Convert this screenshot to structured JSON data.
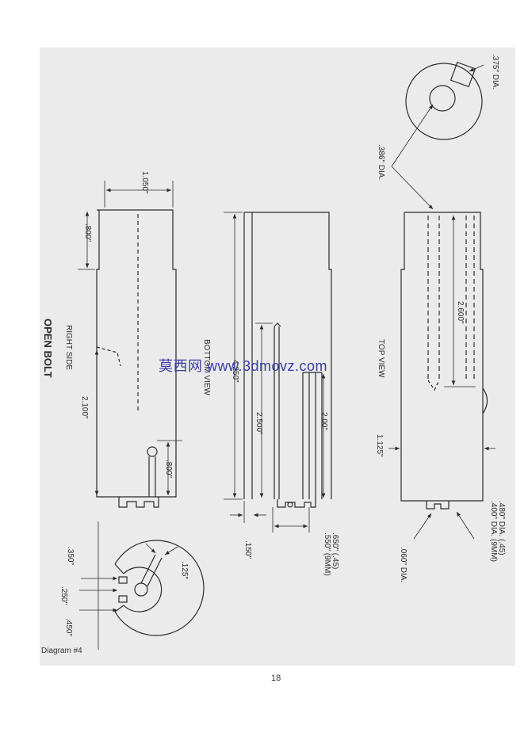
{
  "diagram_title": "OPEN BOLT",
  "views": {
    "right_side": "RIGHT SIDE",
    "bottom": "BOTTOM VIEW",
    "top": "TOP VIEW"
  },
  "dimensions": {
    "d_1050": "1.050\"",
    "d_800_top": ".800\"",
    "d_2100": "2.100\"",
    "d_800_bottom": ".800\"",
    "d_4250": "4.250\"",
    "d_2500": "2.500\"",
    "d_200": "2.00\"",
    "d_150": ".150\"",
    "d_550": ".550\" (9MM)",
    "d_650": ".650\" (.45)",
    "d_375": ".375\" DIA.",
    "d_386": ".386\" DIA.",
    "d_2600": "2.600\"",
    "d_1125": "1.125\"",
    "d_060": ".060\" DIA.",
    "d_400": ".400\" DIA. (9MM)",
    "d_480": ".480\" DIA. (.45)",
    "d_350": ".350\"",
    "d_250": ".250\"",
    "d_450": ".450\"",
    "d_125": ".125\""
  },
  "caption": "Diagram #4",
  "page_number": "18",
  "watermark": "莫西网 www.3dmovz.com",
  "colors": {
    "line": "#2a2a2a",
    "paper": "#ebebeb",
    "watermark": "#3a3aa8"
  }
}
